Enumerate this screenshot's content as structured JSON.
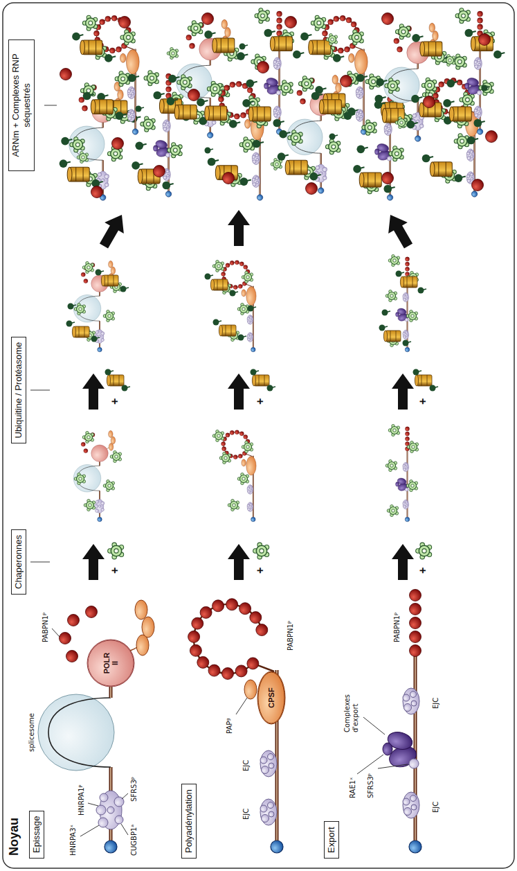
{
  "diagram": {
    "title": "Noyau",
    "nodes": [
      {
        "text": [
          "Epissage"
        ]
      },
      {
        "text": [
          "POLR II"
        ]
      },
      {
        "text": [
          "Polyadénylation"
        ]
      },
      {
        "text": [
          "CPSF"
        ]
      },
      {
        "text": [
          "Export"
        ]
      },
      {
        "text": [
          "Chaperonnes"
        ]
      },
      {
        "text": [
          "Ubiquitine / Protéasome"
        ]
      },
      {
        "text": [
          "ARNm + Complexes RNP séquestrés"
        ]
      }
    ],
    "labels": [
      "HNRPA3ˣ",
      "HNRPA1ᵖ",
      "CUGBP1ᵃ",
      "SFRS3ᵖ",
      "splicesome",
      "PABPN1ᵖ",
      "EJC",
      "EJC",
      "PAPᵍ",
      "PABPN1ᵖ",
      "RAE1ˣ",
      "SFRS3ᵖ",
      "Complexes d'export",
      "EJC",
      "EJC",
      "PABPN1ᵖ",
      "+",
      "+",
      "+",
      "+",
      "+",
      "+"
    ]
  }
}
